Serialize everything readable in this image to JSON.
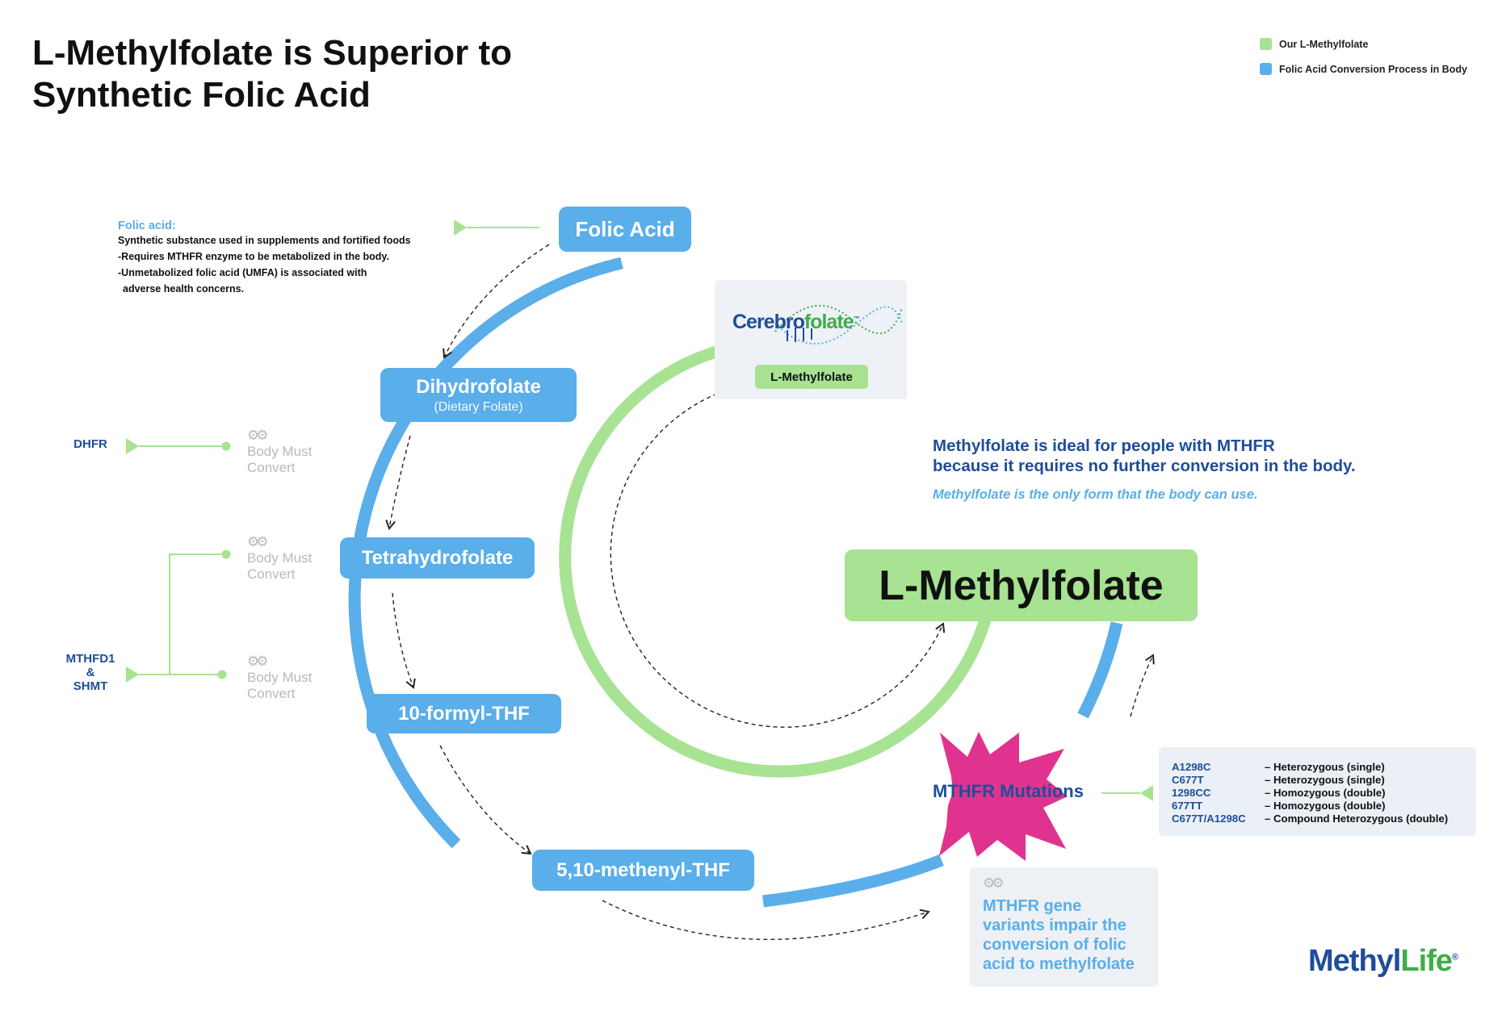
{
  "title": {
    "line1": "L-Methylfolate is Superior to",
    "line2": "Synthetic Folic Acid"
  },
  "legend": [
    {
      "label": "Our L-Methylfolate",
      "color": "#a7e392"
    },
    {
      "label": "Folic Acid Conversion Process in Body",
      "color": "#5aaeea"
    }
  ],
  "colors": {
    "blue": "#5aaeea",
    "green": "#a7e392",
    "navy": "#1f4d9a",
    "magenta": "#e0338f"
  },
  "nodes": {
    "folic_acid": "Folic Acid",
    "dihydrofolate": "Dihydrofolate",
    "dihydrofolate_sub": "(Dietary Folate)",
    "tetrahydrofolate": "Tetrahydrofolate",
    "formyl": "10-formyl-THF",
    "methenyl": "5,10-methenyl-THF"
  },
  "folic_note": {
    "title": "Folic acid:",
    "lines": [
      "Synthetic substance used in supplements and fortified foods",
      "-Requires MTHFR enzyme to be metabolized in the body.",
      "-Unmetabolized folic acid (UMFA) is associated with",
      "adverse health concerns."
    ]
  },
  "convert_notes": [
    {
      "line1": "Body Must",
      "line2": "Convert"
    },
    {
      "line1": "Body Must",
      "line2": "Convert"
    },
    {
      "line1": "Body Must",
      "line2": "Convert"
    }
  ],
  "enzymes": {
    "dhfr": "DHFR",
    "mthfd1": "MTHFD1",
    "amp": "&",
    "shmt": "SHMT"
  },
  "brand": {
    "part1": "Cerebro",
    "part2": "folate",
    "tm": "™",
    "badge": "L-Methylfolate"
  },
  "info": {
    "line1": "Methylfolate is ideal for people with MTHFR",
    "line2": "because it requires no further conversion in the body.",
    "sub": "Methylfolate is the only form that the body can use."
  },
  "big_label": "L-Methylfolate",
  "mutations": {
    "label": "MTHFR Mutations",
    "variants": [
      {
        "code": "A1298C",
        "desc": "– Heterozygous (single)"
      },
      {
        "code": "C677T",
        "desc": "– Heterozygous (single)"
      },
      {
        "code": "1298CC",
        "desc": "– Homozygous (double)"
      },
      {
        "code": "677TT",
        "desc": "– Homozygous (double)"
      },
      {
        "code": "C677T/A1298C",
        "desc": "– Compound Heterozygous (double)"
      }
    ]
  },
  "gene_note": {
    "line1": "MTHFR gene",
    "line2": "variants impair the",
    "line3": "conversion of folic",
    "line4": "acid to methylfolate"
  },
  "logo": {
    "part1": "Methyl",
    "part2": "Life",
    "reg": "®"
  }
}
